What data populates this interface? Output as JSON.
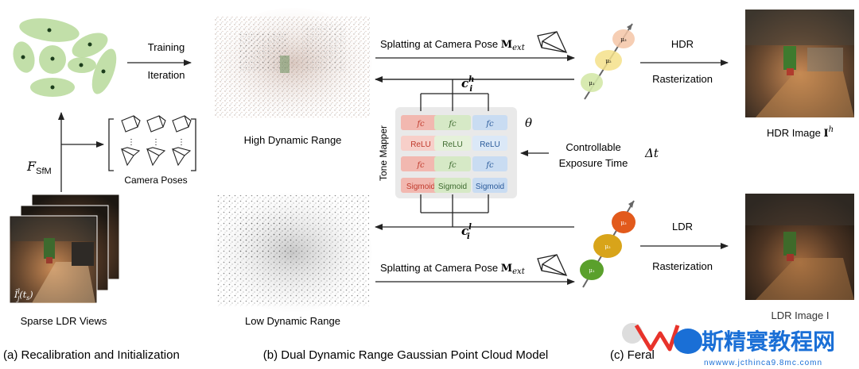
{
  "stage_a": {
    "training_label": "Training",
    "iteration_label": "Iteration",
    "sfm_symbol": "F",
    "sfm_subscript": "SfM",
    "camera_poses_label": "Camera Poses",
    "sparse_views_label": "Sparse LDR Views",
    "view_label_main": "Î",
    "view_label_sub": "j",
    "view_label_sup": "l",
    "view_label_arg": "(t",
    "view_label_argsub": "s",
    "view_label_close": ")",
    "caption": "(a) Recalibration and Initialization"
  },
  "stage_b": {
    "hdr_cloud_label": "High Dynamic Range",
    "ldr_cloud_label": "Low Dynamic Range",
    "splat_hdr_label": "Splatting at Camera Pose ",
    "splat_ldr_label": "Splatting at Camera Pose ",
    "pose_symbol": "M",
    "pose_subscript": "ext",
    "color_h_symbol": "c",
    "color_h_sub": "i",
    "color_h_sup": "h",
    "color_l_symbol": "c",
    "color_l_sub": "i",
    "color_l_sup": "l",
    "tone_mapper_label": "Tone Mapper",
    "theta_label": "θ",
    "exposure_label_line1": "Controllable",
    "exposure_label_line2": "Exposure Time",
    "delta_t_label": "Δt",
    "columns": [
      {
        "fc1": "fc",
        "act": "ReLU",
        "fc2": "fc",
        "out": "Sigmoid"
      },
      {
        "fc1": "fc",
        "act": "ReLU",
        "fc2": "fc",
        "out": "Sigmoid"
      },
      {
        "fc1": "fc",
        "act": "ReLU",
        "fc2": "fc",
        "out": "Sigmoid"
      }
    ],
    "caption": "(b) Dual Dynamic Range Gaussian Point Cloud Model"
  },
  "stage_c": {
    "hdr_label": "HDR",
    "hdr_raster_label": "Rasterization",
    "ldr_label": "LDR",
    "ldr_raster_label": "Rasterization",
    "hdr_image_label": "HDR Image ",
    "hdr_image_symbol": "I",
    "hdr_image_sup": "h",
    "ldr_image_label_partial": "LDR Image I",
    "mu_labels": [
      "μ₁",
      "μ₂",
      "μ₃"
    ],
    "caption_partial": "(c) Feral"
  },
  "watermark": {
    "text": "斯精寰教程网",
    "url": "nwwww.jcthinca9.8mc.comn"
  },
  "colors": {
    "fc_red": "#f2b8b0",
    "fc_green": "#d6e9c6",
    "fc_blue": "#c9dcf2",
    "act_red": "#f7cfc9",
    "act_green": "#e5f1da",
    "act_blue": "#dbe8f7",
    "panel": "#e9e9e9",
    "ellipse_green": "#b7d99a",
    "watermark_red": "#e8332b",
    "watermark_blue": "#1a6fd6"
  }
}
